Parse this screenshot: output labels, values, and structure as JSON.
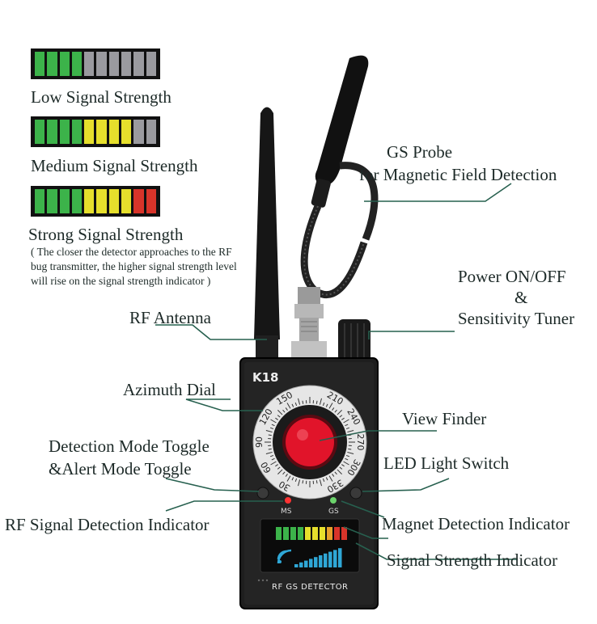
{
  "legend": {
    "low": {
      "label": "Low Signal Strength",
      "segments": [
        "#3cb34a",
        "#3cb34a",
        "#3cb34a",
        "#3cb34a",
        "#9a9a9f",
        "#9a9a9f",
        "#9a9a9f",
        "#9a9a9f",
        "#9a9a9f",
        "#9a9a9f"
      ]
    },
    "medium": {
      "label": "Medium Signal Strength",
      "segments": [
        "#3cb34a",
        "#3cb34a",
        "#3cb34a",
        "#3cb34a",
        "#e6df2c",
        "#e6df2c",
        "#e6df2c",
        "#e6df2c",
        "#9a9a9f",
        "#9a9a9f"
      ]
    },
    "strong": {
      "label": "Strong Signal Strength",
      "segments": [
        "#3cb34a",
        "#3cb34a",
        "#3cb34a",
        "#3cb34a",
        "#e6df2c",
        "#e6df2c",
        "#e6df2c",
        "#e6df2c",
        "#d8342a",
        "#d8342a"
      ]
    },
    "note": "( The closer the detector approaches to the RF bug transmitter, the higher signal strength level will rise on the signal strength indicator )"
  },
  "callouts": {
    "gs_probe_1": "GS Probe",
    "gs_probe_2": "for Magnetic Field Detection",
    "power_1": "Power ON/OFF",
    "power_2": "&",
    "power_3": "Sensitivity Tuner",
    "rf_antenna": "RF Antenna",
    "azimuth": "Azimuth Dial",
    "view_finder": "View Finder",
    "detection_1": "Detection Mode Toggle",
    "detection_2": "&Alert Mode Toggle",
    "led": "LED Light Switch",
    "rf_indicator": "RF Signal Detection Indicator",
    "magnet": "Magnet Detection Indicator",
    "signal": "Signal Strength Indicator"
  },
  "device": {
    "model": "K18",
    "ms": "MS",
    "gs": "GS",
    "footer": "RF GS DETECTOR",
    "dial_numbers": [
      "150",
      "210",
      "240",
      "270",
      "300",
      "330",
      "30",
      "60",
      "90",
      "120"
    ],
    "display_segments": [
      "#3cb34a",
      "#3cb34a",
      "#3cb34a",
      "#3cb34a",
      "#e6df2c",
      "#e6df2c",
      "#e6df2c",
      "#e6a02c",
      "#d8342a",
      "#d8342a"
    ],
    "accent_red": "#e1142a"
  }
}
